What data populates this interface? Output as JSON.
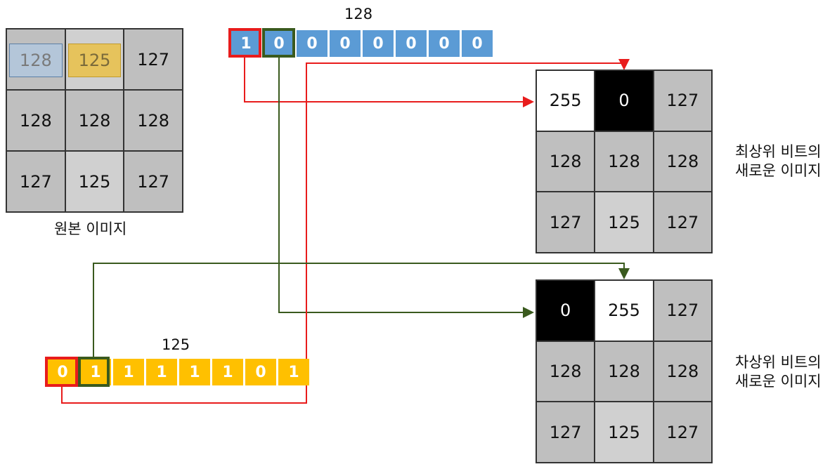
{
  "original": {
    "caption": "원본 이미지",
    "cells": [
      "128",
      "125",
      "127",
      "128",
      "128",
      "128",
      "127",
      "125",
      "127"
    ]
  },
  "msb": {
    "caption_line1": "최상위 비트의",
    "caption_line2": "새로운 이미지",
    "cells": [
      "255",
      "0",
      "127",
      "128",
      "128",
      "128",
      "127",
      "125",
      "127"
    ]
  },
  "second": {
    "caption_line1": "차상위 비트의",
    "caption_line2": "새로운 이미지",
    "cells": [
      "0",
      "255",
      "127",
      "128",
      "128",
      "128",
      "127",
      "125",
      "127"
    ]
  },
  "bits128": {
    "value": "128",
    "bits": [
      "1",
      "0",
      "0",
      "0",
      "0",
      "0",
      "0",
      "0"
    ]
  },
  "bits125": {
    "value": "125",
    "bits": [
      "0",
      "1",
      "1",
      "1",
      "1",
      "1",
      "0",
      "1"
    ]
  },
  "colors": {
    "blue": "#5b9bd5",
    "gold": "#ffc000",
    "red": "#e81c1c",
    "green": "#3a5a1e",
    "gray_light": "#d0d0d0",
    "gray_mid": "#bfbfbf",
    "white": "#ffffff",
    "black": "#000000"
  }
}
